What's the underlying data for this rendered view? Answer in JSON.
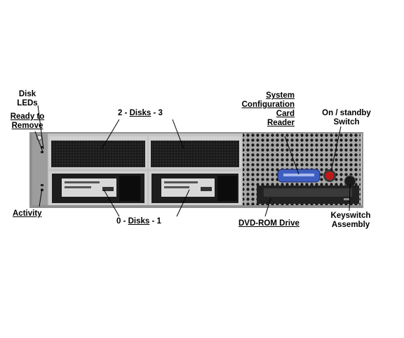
{
  "labels": {
    "disk_leds": [
      "Disk",
      "LEDs"
    ],
    "ready_to_remove": [
      "Ready to",
      "Remove"
    ],
    "disks_top": {
      "left": "2 - ",
      "word": "Disks",
      "right": " - 3"
    },
    "disks_bottom": {
      "left": "0 - ",
      "word": "Disks",
      "right": " - 1"
    },
    "activity": "Activity",
    "card_reader": [
      "System",
      "Configuration",
      "Card",
      "Reader"
    ],
    "onstandby": [
      "On / standby",
      "Switch"
    ],
    "dvd": "DVD-ROM Drive",
    "keyswitch": [
      "Keyswitch",
      "Assembly"
    ]
  },
  "colors": {
    "chassis": "#b9b9b9",
    "bay_dark": "#111111",
    "card_reader": "#3f5fc0",
    "power_button": "#c01818"
  }
}
